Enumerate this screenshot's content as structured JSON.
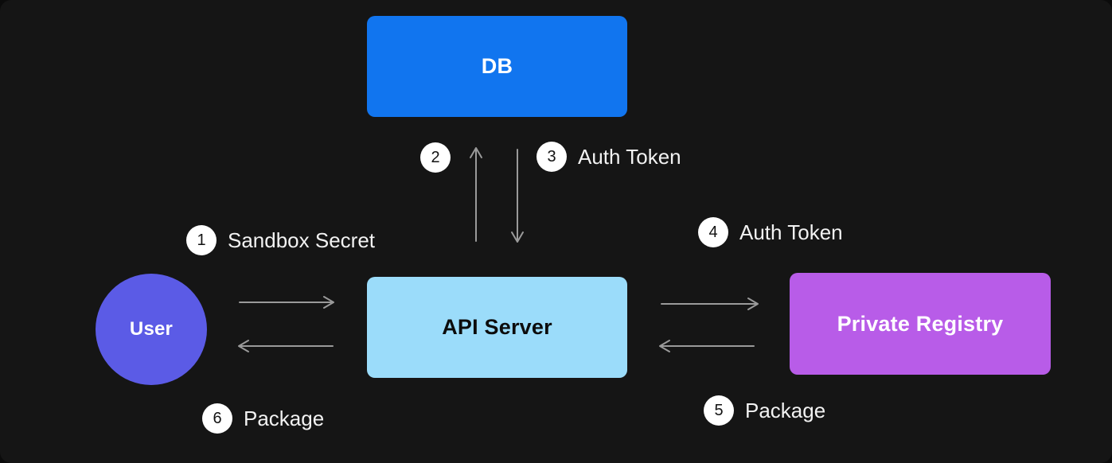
{
  "diagram": {
    "title_present": false,
    "background_color": "#151515",
    "nodes": [
      {
        "id": "db",
        "label": "DB",
        "color": "#1175ef",
        "text_color": "#ffffff",
        "shape": "rounded-rect"
      },
      {
        "id": "api",
        "label": "API Server",
        "color": "#9bdcfa",
        "text_color": "#0c0c0c",
        "shape": "rounded-rect"
      },
      {
        "id": "registry",
        "label": "Private Registry",
        "color": "#b85ce8",
        "text_color": "#ffffff",
        "shape": "rounded-rect"
      },
      {
        "id": "user",
        "label": "User",
        "color": "#5b5be6",
        "text_color": "#ffffff",
        "shape": "circle"
      }
    ],
    "steps": [
      {
        "number": "1",
        "label": "Sandbox Secret",
        "from": "user",
        "to": "api"
      },
      {
        "number": "2",
        "label": "",
        "from": "api",
        "to": "db"
      },
      {
        "number": "3",
        "label": "Auth Token",
        "from": "db",
        "to": "api"
      },
      {
        "number": "4",
        "label": "Auth Token",
        "from": "api",
        "to": "registry"
      },
      {
        "number": "5",
        "label": "Package",
        "from": "registry",
        "to": "api"
      },
      {
        "number": "6",
        "label": "Package",
        "from": "api",
        "to": "user"
      }
    ],
    "edge_color": "#9a9a9a",
    "badge_color": "#ffffff",
    "badge_text_color": "#121212"
  }
}
